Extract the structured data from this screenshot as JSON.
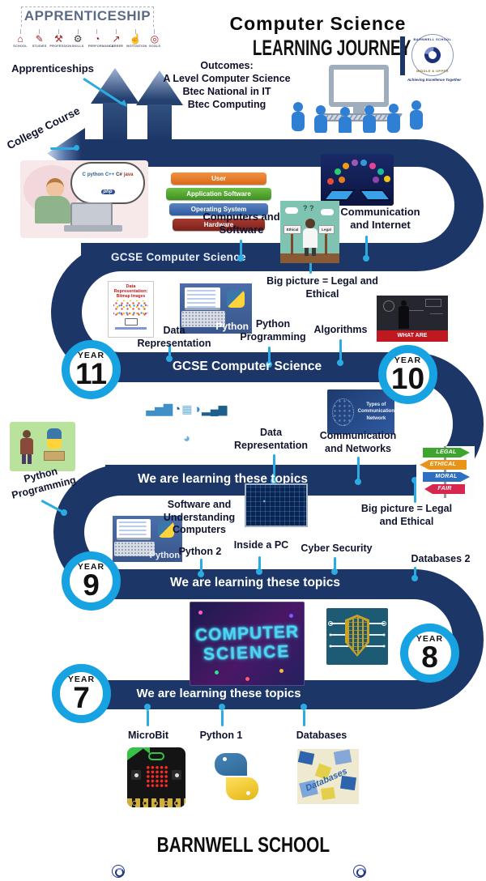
{
  "banner": {
    "title": "APPRENTICESHIP",
    "icons": [
      {
        "glyph": "⌂",
        "label": "SCHOOL"
      },
      {
        "glyph": "✎",
        "label": "STUDIES"
      },
      {
        "glyph": "⚒",
        "label": "PROFESSION"
      },
      {
        "glyph": "⚙",
        "label": "SKILLS"
      },
      {
        "glyph": "◔",
        "label": "PERFORMANCE"
      },
      {
        "glyph": "↗",
        "label": "CAREER"
      },
      {
        "glyph": "☝",
        "label": "MOTIVATION"
      },
      {
        "glyph": "◎",
        "label": "GOALS"
      }
    ]
  },
  "header": {
    "title": "Computer Science",
    "subtitle": "LEARNING JOURNEY"
  },
  "logo": {
    "name": "BARNWELL SCHOOL",
    "tier": "MIDDLE & UPPER",
    "motto": "Achieving Excellence Together"
  },
  "outcomes": {
    "heading": "Outcomes:",
    "lines": [
      "A Level Computer Science",
      "Btec National in IT",
      "Btec Computing"
    ]
  },
  "pathways": {
    "apprenticeships": "Apprenticeships",
    "college": "College Course"
  },
  "bands": {
    "gcse_top": "GCSE Computer Science",
    "gcse_mid": "GCSE Computer Science",
    "learning_y10": "We are learning these topics",
    "learning_y9": "We are learning these topics",
    "learning_y7": "We are learning these topics"
  },
  "years": {
    "y11": {
      "word": "YEAR",
      "num": "11"
    },
    "y10": {
      "word": "YEAR",
      "num": "10"
    },
    "y9": {
      "word": "YEAR",
      "num": "9"
    },
    "y8": {
      "word": "YEAR",
      "num": "8"
    },
    "y7": {
      "word": "YEAR",
      "num": "7"
    }
  },
  "topics": {
    "computers_software": [
      "Computers and",
      "Software"
    ],
    "communication_internet": [
      "Communication",
      "and Internet"
    ],
    "big_picture_top": [
      "Big picture = Legal and Ethical"
    ],
    "data_representation_gcse": [
      "Data",
      "Representation"
    ],
    "python_programming_gcse": [
      "Python",
      "Programming"
    ],
    "algorithms": [
      "Algorithms"
    ],
    "data_representation_y10": [
      "Data",
      "Representation"
    ],
    "communication_networks": [
      "Communication",
      "and Networks"
    ],
    "big_picture_y10": [
      "Big picture = Legal",
      "and Ethical"
    ],
    "python_programming_y9": [
      "Python",
      "Programming"
    ],
    "software_understanding": [
      "Software and",
      "Understanding",
      "Computers"
    ],
    "python_2": [
      "Python 2"
    ],
    "inside_a_pc": [
      "Inside a PC"
    ],
    "cyber_security": [
      "Cyber Security"
    ],
    "databases_2": [
      "Databases 2"
    ],
    "microbit": [
      "MicroBit"
    ],
    "python_1": [
      "Python 1"
    ],
    "databases": [
      "Databases"
    ]
  },
  "images": {
    "software_layers": [
      "User",
      "Application Software",
      "Operating System",
      "Hardware"
    ],
    "languages": [
      "C",
      "python",
      "C++",
      "C#",
      "java",
      "php"
    ],
    "ethical_legal": {
      "left": "Ethical",
      "right": "Legal"
    },
    "algorithms_banner": "WHAT ARE ALGORITHMS?",
    "network_types": [
      "Types of",
      "Communication",
      "Network"
    ],
    "python_caption": "Python",
    "python_caption_2": "Python",
    "data_poster": [
      "Data",
      "Representation:",
      "Bitmap Images"
    ],
    "signpost": [
      "LEGAL",
      "ETHICAL",
      "MORAL",
      "FAIR"
    ],
    "cs_neon": [
      "COMPUTER",
      "SCIENCE"
    ],
    "databases_text": "Databases",
    "chart_glyphs": [
      "▃▅▇",
      "◔",
      "▦",
      "◑",
      "▂▄▆",
      "◕"
    ]
  },
  "footer": {
    "school": "BARNWELL SCHOOL"
  },
  "colors": {
    "path_navy": "#1c3667",
    "accent_cyan": "#2aabe2",
    "year_ring": "#17a2e2"
  }
}
